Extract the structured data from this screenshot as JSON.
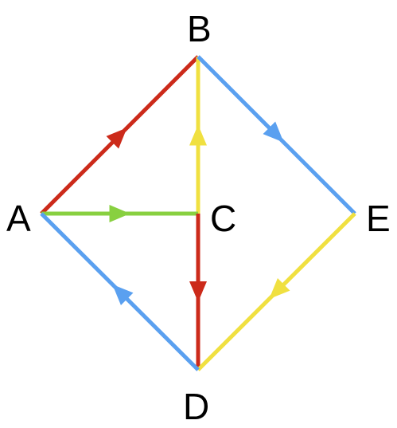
{
  "nodes": [
    {
      "id": "A",
      "label": "A"
    },
    {
      "id": "B",
      "label": "B"
    },
    {
      "id": "C",
      "label": "C"
    },
    {
      "id": "D",
      "label": "D"
    },
    {
      "id": "E",
      "label": "E"
    }
  ],
  "edges": [
    {
      "from": "A",
      "to": "B",
      "color": "#cc2a1a"
    },
    {
      "from": "C",
      "to": "B",
      "color": "#f0e040"
    },
    {
      "from": "B",
      "to": "E",
      "color": "#5aa0f0"
    },
    {
      "from": "A",
      "to": "C",
      "color": "#88d040"
    },
    {
      "from": "C",
      "to": "D",
      "color": "#cc2a1a"
    },
    {
      "from": "E",
      "to": "D",
      "color": "#f0e040"
    },
    {
      "from": "D",
      "to": "A",
      "color": "#5aa0f0"
    }
  ]
}
